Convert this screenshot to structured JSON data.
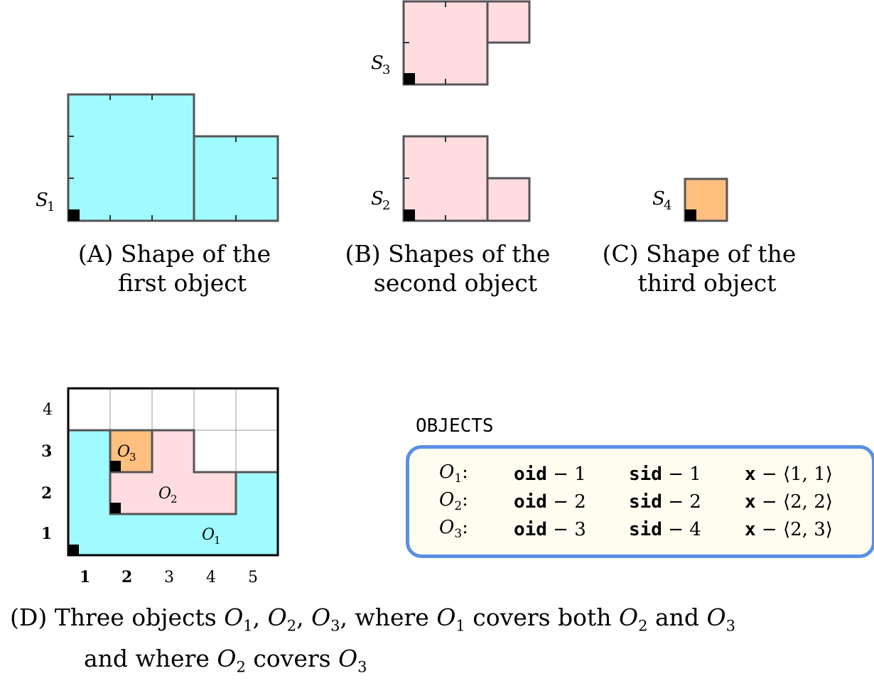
{
  "colors": {
    "first_object": "#9ffbff",
    "second_object": "#ffdce0",
    "third_object": "#ffbf7f",
    "outline": "#555555",
    "box_border": "#5b8fe6",
    "box_fill": "#fffdf0"
  },
  "shapes": {
    "s1_label": "S",
    "s1_sub": "1",
    "s2_label": "S",
    "s2_sub": "2",
    "s3_label": "S",
    "s3_sub": "3",
    "s4_label": "S",
    "s4_sub": "4"
  },
  "captions": {
    "a_line1": "(A) Shape of the",
    "a_line2": "first object",
    "b_line1": "(B) Shapes of the",
    "b_line2": "second object",
    "c_line1": "(C) Shape of the",
    "c_line2": "third object",
    "d_prefix": "(D) Three objects",
    "d_where": "where",
    "d_covers_both": "covers both",
    "d_and": "and",
    "d_line2_prefix": "and where",
    "d_covers": "covers"
  },
  "grid": {
    "row_labels": [
      "4",
      "3",
      "2",
      "1"
    ],
    "col_labels": [
      "1",
      "2",
      "3",
      "4",
      "5"
    ],
    "bold_rows": [
      "3",
      "2",
      "1"
    ],
    "bold_cols": [
      "1",
      "2"
    ],
    "object_labels": [
      {
        "name": "O",
        "sub": "1"
      },
      {
        "name": "O",
        "sub": "2"
      },
      {
        "name": "O",
        "sub": "3"
      }
    ]
  },
  "objects_panel": {
    "title": "OBJECTS",
    "rows": [
      {
        "object": "O",
        "sub": "1",
        "oid_key": "oid",
        "oid": "1",
        "sid_key": "sid",
        "sid": "1",
        "x_key": "x",
        "x": "⟨1, 1⟩"
      },
      {
        "object": "O",
        "sub": "2",
        "oid_key": "oid",
        "oid": "2",
        "sid_key": "sid",
        "sid": "2",
        "x_key": "x",
        "x": "⟨2, 2⟩"
      },
      {
        "object": "O",
        "sub": "3",
        "oid_key": "oid",
        "oid": "3",
        "sid_key": "sid",
        "sid": "4",
        "x_key": "x",
        "x": "⟨2, 3⟩"
      }
    ]
  }
}
